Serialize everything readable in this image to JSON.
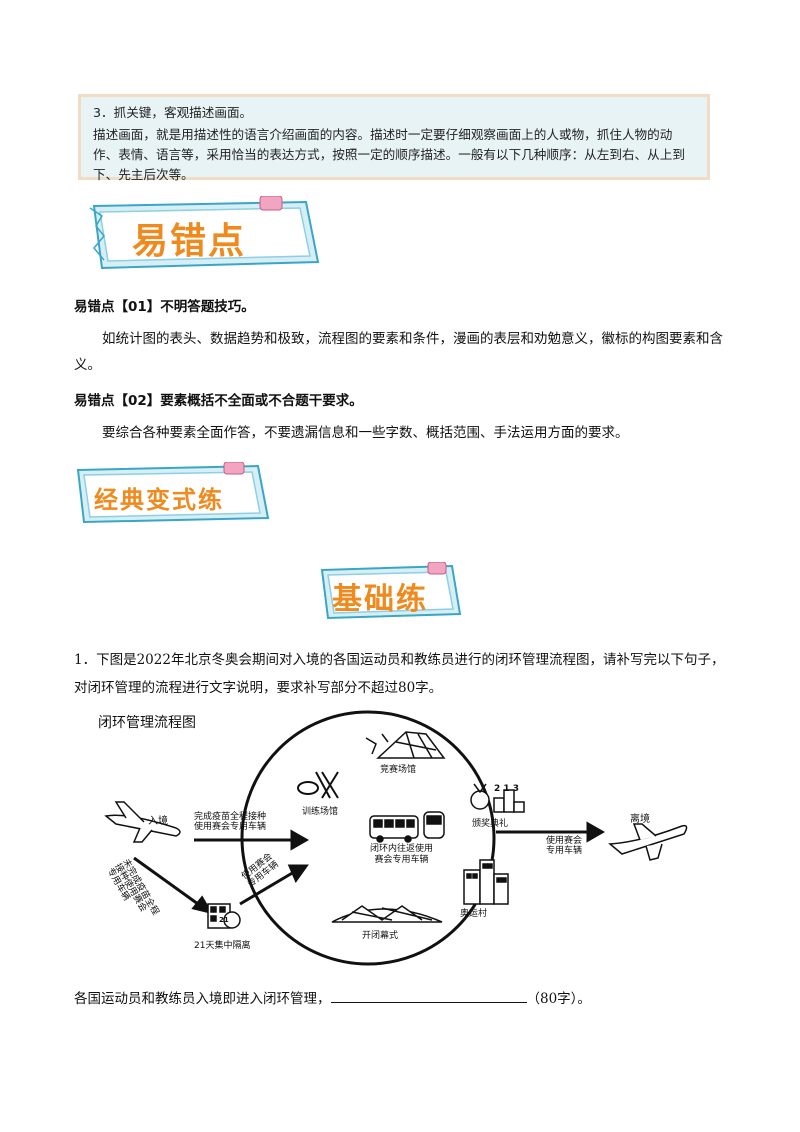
{
  "tip": {
    "heading": "3．抓关键，客观描述画面。",
    "body": "描述画面，就是用描述性的语言介绍画面的内容。描述时一定要仔细观察画面上的人或物，抓住人物的动作、表情、语言等，采用恰当的表达方式，按照一定的顺序描述。一般有以下几种顺序：从左到右、从上到下、先主后次等。"
  },
  "banners": {
    "mistakes": "易错点",
    "classic": "经典变式练",
    "basic": "基础练"
  },
  "mistakes": [
    {
      "title": "易错点【01】不明答题技巧。",
      "body": "如统计图的表头、数据趋势和极致，流程图的要素和条件，漫画的表层和劝勉意义，徽标的构图要素和含义。"
    },
    {
      "title": "易错点【02】要素概括不全面或不合题干要求。",
      "body": "要综合各种要素全面作答，不要遗漏信息和一些字数、概括范围、手法运用方面的要求。"
    }
  ],
  "question": {
    "text": "1．下图是2022年北京冬奥会期间对入境的各国运动员和教练员进行的闭环管理流程图，请补写完以下句子，对闭环管理的流程进行文字说明，要求补写部分不超过80字。",
    "answer_prefix": "各国运动员和教练员入境即进入闭环管理，",
    "answer_suffix": "（80字）。"
  },
  "diagram": {
    "title": "闭环管理流程图",
    "entry": "入境",
    "arrow_top": "完成疫苗全程接种\n使用赛会专用车辆",
    "arrow_diag": "未完成疫苗全程\n接种使用赛会\n专用车辆",
    "arrow_up": "使用赛会\n专用车辆",
    "quarantine": "21天集中隔离",
    "quarantine_days": "21",
    "competition": "竞赛场馆",
    "training": "训练场馆",
    "award": "颁奖典礼",
    "transport": "闭环内往返使用\n赛会专用车辆",
    "ceremony": "开闭幕式",
    "village": "奥运村",
    "exit_arrow": "使用赛会\n专用车辆",
    "exit": "离境",
    "podium": "2 1 3"
  }
}
